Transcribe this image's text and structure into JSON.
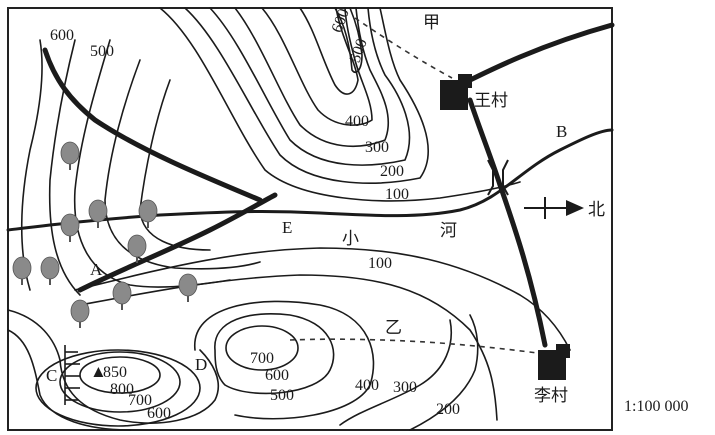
{
  "map": {
    "contour_labels": [
      "600",
      "500",
      "600",
      "500",
      "400",
      "300",
      "200",
      "100",
      "100",
      "850",
      "800",
      "700",
      "600",
      "700",
      "600",
      "500",
      "400",
      "300",
      "200"
    ],
    "places": {
      "wang_village": "王村",
      "li_village": "李村",
      "jia": "甲",
      "yi": "乙",
      "point_a": "A",
      "point_b": "B",
      "point_c": "C",
      "point_d": "D",
      "point_e": "E",
      "river_name_1": "小",
      "river_name_2": "河",
      "peak_symbol": "▲"
    },
    "north_arrow_label": "北",
    "scale": "1:100 000",
    "colors": {
      "ink": "#1b1b1b",
      "tree": "#8a8a8a",
      "background": "#ffffff"
    }
  }
}
